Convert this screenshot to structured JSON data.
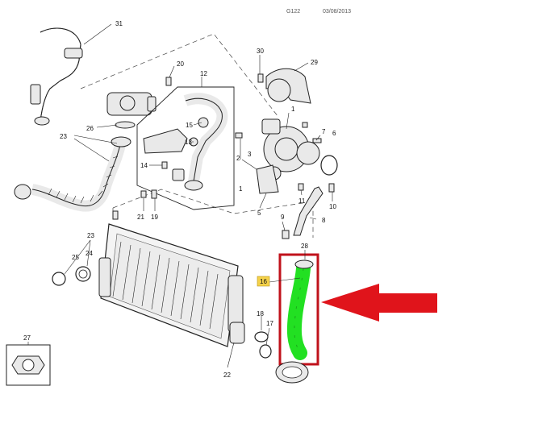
{
  "header": {
    "code_left": "G122",
    "code_right": "03/08/2013"
  },
  "callouts": {
    "c31": "31",
    "c20": "20",
    "c12": "12",
    "c30": "30",
    "c29": "29",
    "c26": "26",
    "c15": "15",
    "c23a": "23",
    "c13": "13",
    "c14": "14",
    "c1a": "1",
    "c7": "7",
    "c6": "6",
    "c2": "2",
    "c3": "3",
    "c1b": "1",
    "c21": "21",
    "c19": "19",
    "c5": "5",
    "c11": "11",
    "c10": "10",
    "c9": "9",
    "c8": "8",
    "c23b": "23",
    "c28": "28",
    "c25": "25",
    "c24": "24",
    "c16": "16",
    "c18": "18",
    "c17": "17",
    "c27": "27",
    "c22": "22"
  },
  "highlight": {
    "part_number": "16",
    "box_color": "#c0121b",
    "hose_color": "#22e022",
    "arrow_color": "#e0141b",
    "badge_color": "#f5d24a"
  }
}
